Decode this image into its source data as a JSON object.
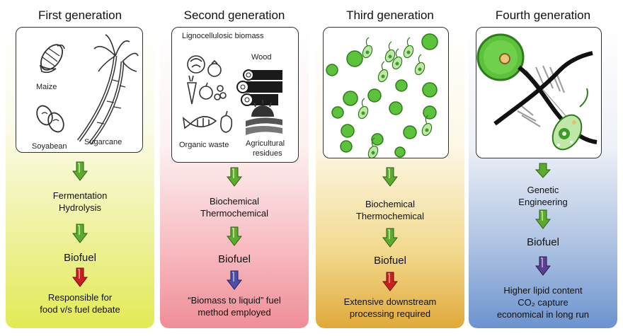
{
  "columns": [
    {
      "title": "First generation",
      "labels": {
        "maize": "Maize",
        "soyabean": "Soyabean",
        "sugarcane": "Sugarcane"
      },
      "process": [
        "Fermentation",
        "Hydrolysis"
      ],
      "product": "Biofuel",
      "note": [
        "Responsible for",
        "food v/s fuel debate"
      ]
    },
    {
      "title": "Second generation",
      "labels": {
        "biomass": "Lignocellulosic biomass",
        "wood": "Wood",
        "organic": "Organic waste",
        "agri1": "Agricultural",
        "agri2": "residues"
      },
      "process": [
        "Biochemical",
        "Thermochemical"
      ],
      "product": "Biofuel",
      "note": [
        "“Biomass to liquid” fuel",
        "method employed"
      ]
    },
    {
      "title": "Third generation",
      "process": [
        "Biochemical",
        "Thermochemical"
      ],
      "product": "Biofuel",
      "note": [
        "Extensive downstream",
        "processing required"
      ]
    },
    {
      "title": "Fourth generation",
      "process": [
        "Genetic",
        "Engineering"
      ],
      "product": "Biofuel",
      "note": [
        "Higher lipid content",
        "CO₂ capture",
        "economical in long run"
      ]
    }
  ],
  "colors": {
    "arrow_green": "#5cab2e",
    "arrow_red": "#c8201e",
    "arrow_blue": "#4b4fa6",
    "arrow_purple": "#5b3f8f",
    "algae_green": "#5cc23c"
  },
  "icons": [
    "maize-icon",
    "soyabean-icon",
    "sugarcane-icon",
    "vegetables-icon",
    "wood-logs-icon",
    "fish-waste-icon",
    "field-icon",
    "microalgae-icon",
    "dna-helix-icon",
    "algal-cell-icon"
  ]
}
